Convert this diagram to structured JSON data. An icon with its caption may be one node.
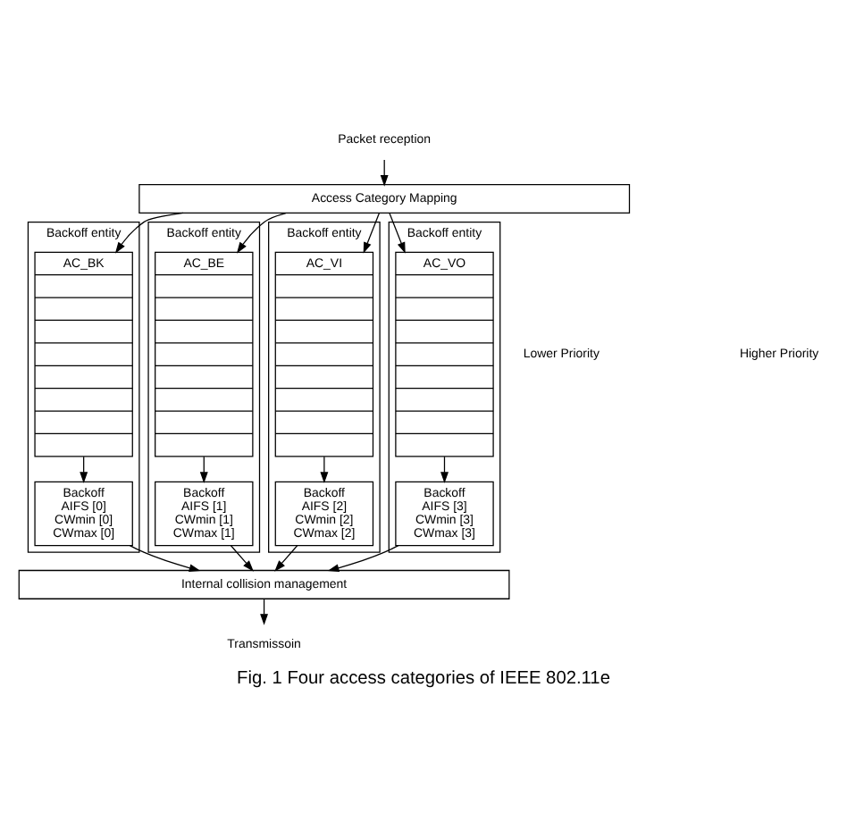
{
  "diagram": {
    "caption": "Fig. 1 Four access categories of IEEE 802.11e",
    "nodes": [
      {
        "text": [
          "Packet reception"
        ]
      },
      {
        "text": [
          "Access Category Mapping"
        ]
      },
      {
        "text": [
          "Backoff entity"
        ]
      },
      {
        "text": [
          "AC_BK"
        ],
        "in": 2
      },
      {
        "text": [
          "Backoff",
          "AIFS [0]",
          "CWmin [0]",
          "CWmax [0]"
        ],
        "in": 2
      },
      {
        "text": [
          "Backoff entity"
        ]
      },
      {
        "text": [
          "AC_BE"
        ],
        "in": 5
      },
      {
        "text": [
          "Backoff",
          "AIFS [1]",
          "CWmin [1]",
          "CWmax [1]"
        ],
        "in": 5
      },
      {
        "text": [
          "Backoff entity"
        ]
      },
      {
        "text": [
          "AC_VI"
        ],
        "in": 8
      },
      {
        "text": [
          "Backoff",
          "AIFS [2]",
          "CWmin [2]",
          "CWmax [2]"
        ],
        "in": 8
      },
      {
        "text": [
          "Backoff entity"
        ]
      },
      {
        "text": [
          "AC_VO"
        ],
        "in": 11
      },
      {
        "text": [
          "Backoff",
          "AIFS [3]",
          "CWmin [3]",
          "CWmax [3]"
        ],
        "in": 11
      },
      {
        "text": [
          "Internal collision management"
        ]
      },
      {
        "text": [
          "Transmissoin"
        ]
      }
    ],
    "edges": [
      {
        "from": 0,
        "to": 1,
        "arrow": "to"
      },
      {
        "from": 1,
        "to": 3,
        "arrow": "to"
      },
      {
        "from": 1,
        "to": 6,
        "arrow": "to"
      },
      {
        "from": 1,
        "to": 9,
        "arrow": "to"
      },
      {
        "from": 1,
        "to": 12,
        "arrow": "to"
      },
      {
        "from": 3,
        "to": 4,
        "arrow": "to"
      },
      {
        "from": 6,
        "to": 7,
        "arrow": "to"
      },
      {
        "from": 9,
        "to": 10,
        "arrow": "to"
      },
      {
        "from": 12,
        "to": 13,
        "arrow": "to"
      },
      {
        "from": 4,
        "to": 14,
        "arrow": "to"
      },
      {
        "from": 7,
        "to": 14,
        "arrow": "to"
      },
      {
        "from": 10,
        "to": 14,
        "arrow": "to"
      },
      {
        "from": 13,
        "to": 14,
        "arrow": "to"
      },
      {
        "from": 14,
        "to": 15,
        "arrow": "to"
      }
    ],
    "labels": [
      "Lower Priority",
      "Higher Priority"
    ]
  }
}
